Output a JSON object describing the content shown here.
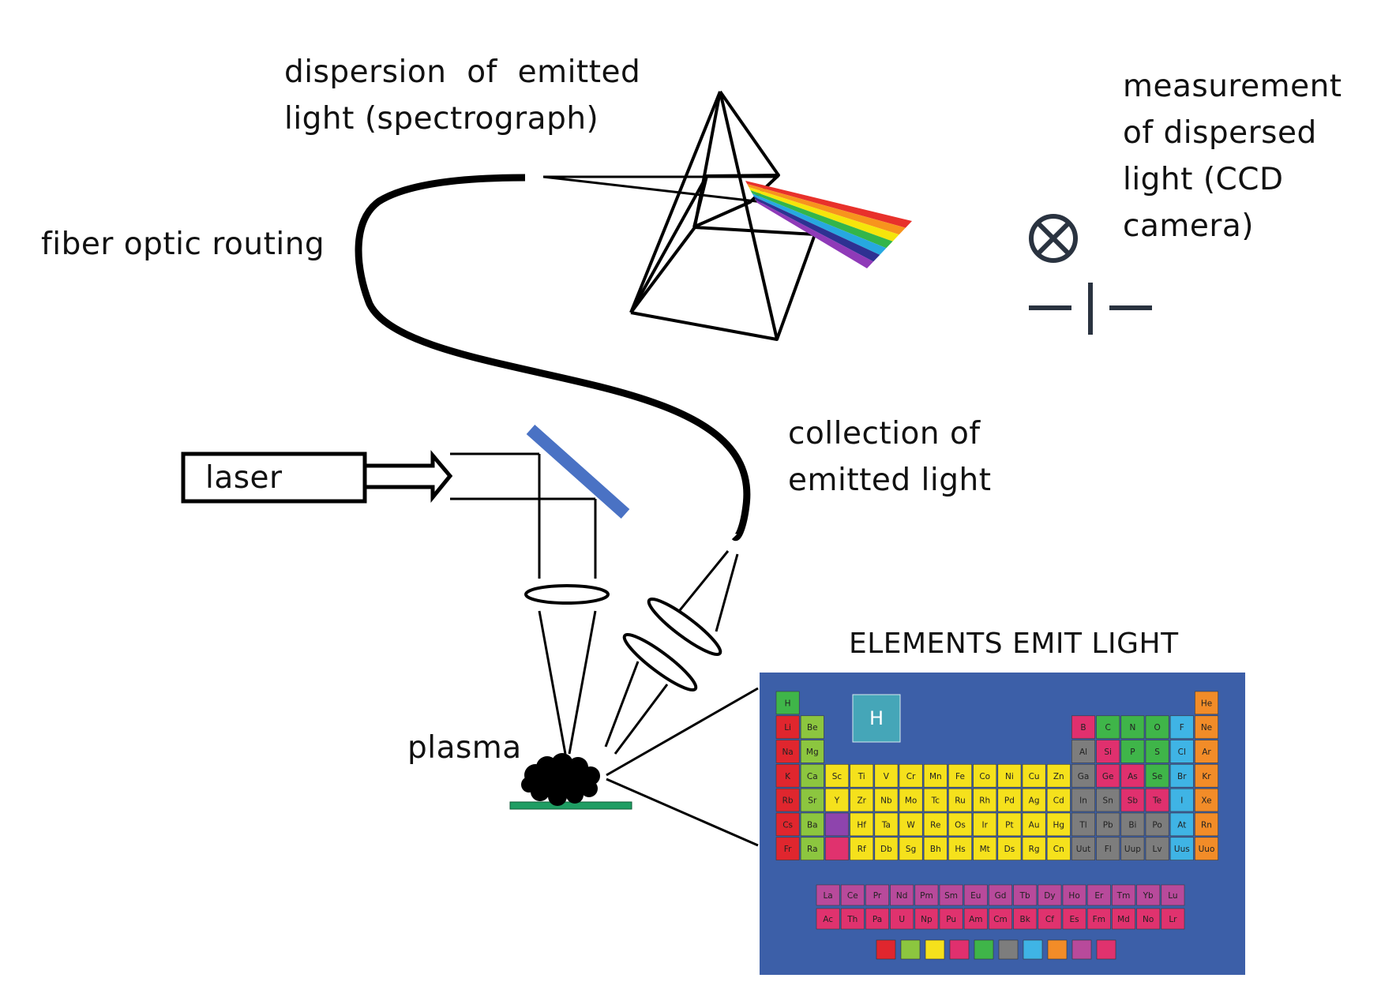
{
  "labels": {
    "dispersion": "dispersion  of  emitted\nlight (spectrograph)",
    "measurement": "measurement\nof dispersed\nlight (CCD\ncamera)",
    "fiber": "fiber optic routing",
    "laser": "laser",
    "collection": "collection of\nemitted light",
    "plasma": "plasma",
    "elements_title": "ELEMENTS EMIT LIGHT"
  },
  "colors": {
    "mirror": "#4a72c4",
    "substrate": "#1f9e63",
    "table_background": "#3c5fa8",
    "prism_rainbow": [
      "#e8312b",
      "#f7941d",
      "#f5e50b",
      "#33b54a",
      "#27a8e0",
      "#2e3192",
      "#8f3ab8"
    ],
    "categories": {
      "alkali": "#e0262e",
      "alkaline": "#8cc63f",
      "transition": "#f5e11c",
      "post": "#7d7d7d",
      "metalloid": "#e0306e",
      "nonmetal": "#3fb549",
      "halogen": "#3fb4e5",
      "noble": "#f28c28",
      "lanthanide": "#b84a9b",
      "actinide": "#e0326e",
      "unknown": "#8e44ad"
    }
  },
  "icons": {
    "ccd_symbol": "circled-x-icon",
    "ccd_slit": "slit-icon",
    "plasma": "plasma-cloud-icon"
  },
  "periodic_table": {
    "main_rows": [
      [
        [
          "H",
          "nonmetal"
        ],
        null,
        null,
        null,
        null,
        null,
        null,
        null,
        null,
        null,
        null,
        null,
        null,
        null,
        null,
        null,
        null,
        [
          "He",
          "noble"
        ]
      ],
      [
        [
          "Li",
          "alkali"
        ],
        [
          "Be",
          "alkaline"
        ],
        null,
        null,
        null,
        null,
        null,
        null,
        null,
        null,
        null,
        null,
        [
          "B",
          "metalloid"
        ],
        [
          "C",
          "nonmetal"
        ],
        [
          "N",
          "nonmetal"
        ],
        [
          "O",
          "nonmetal"
        ],
        [
          "F",
          "halogen"
        ],
        [
          "Ne",
          "noble"
        ]
      ],
      [
        [
          "Na",
          "alkali"
        ],
        [
          "Mg",
          "alkaline"
        ],
        null,
        null,
        null,
        null,
        null,
        null,
        null,
        null,
        null,
        null,
        [
          "Al",
          "post"
        ],
        [
          "Si",
          "metalloid"
        ],
        [
          "P",
          "nonmetal"
        ],
        [
          "S",
          "nonmetal"
        ],
        [
          "Cl",
          "halogen"
        ],
        [
          "Ar",
          "noble"
        ]
      ],
      [
        [
          "K",
          "alkali"
        ],
        [
          "Ca",
          "alkaline"
        ],
        [
          "Sc",
          "transition"
        ],
        [
          "Ti",
          "transition"
        ],
        [
          "V",
          "transition"
        ],
        [
          "Cr",
          "transition"
        ],
        [
          "Mn",
          "transition"
        ],
        [
          "Fe",
          "transition"
        ],
        [
          "Co",
          "transition"
        ],
        [
          "Ni",
          "transition"
        ],
        [
          "Cu",
          "transition"
        ],
        [
          "Zn",
          "transition"
        ],
        [
          "Ga",
          "post"
        ],
        [
          "Ge",
          "metalloid"
        ],
        [
          "As",
          "metalloid"
        ],
        [
          "Se",
          "nonmetal"
        ],
        [
          "Br",
          "halogen"
        ],
        [
          "Kr",
          "noble"
        ]
      ],
      [
        [
          "Rb",
          "alkali"
        ],
        [
          "Sr",
          "alkaline"
        ],
        [
          "Y",
          "transition"
        ],
        [
          "Zr",
          "transition"
        ],
        [
          "Nb",
          "transition"
        ],
        [
          "Mo",
          "transition"
        ],
        [
          "Tc",
          "transition"
        ],
        [
          "Ru",
          "transition"
        ],
        [
          "Rh",
          "transition"
        ],
        [
          "Pd",
          "transition"
        ],
        [
          "Ag",
          "transition"
        ],
        [
          "Cd",
          "transition"
        ],
        [
          "In",
          "post"
        ],
        [
          "Sn",
          "post"
        ],
        [
          "Sb",
          "metalloid"
        ],
        [
          "Te",
          "metalloid"
        ],
        [
          "I",
          "halogen"
        ],
        [
          "Xe",
          "noble"
        ]
      ],
      [
        [
          "Cs",
          "alkali"
        ],
        [
          "Ba",
          "alkaline"
        ],
        [
          "",
          "unknown"
        ],
        [
          "Hf",
          "transition"
        ],
        [
          "Ta",
          "transition"
        ],
        [
          "W",
          "transition"
        ],
        [
          "Re",
          "transition"
        ],
        [
          "Os",
          "transition"
        ],
        [
          "Ir",
          "transition"
        ],
        [
          "Pt",
          "transition"
        ],
        [
          "Au",
          "transition"
        ],
        [
          "Hg",
          "transition"
        ],
        [
          "Tl",
          "post"
        ],
        [
          "Pb",
          "post"
        ],
        [
          "Bi",
          "post"
        ],
        [
          "Po",
          "post"
        ],
        [
          "At",
          "halogen"
        ],
        [
          "Rn",
          "noble"
        ]
      ],
      [
        [
          "Fr",
          "alkali"
        ],
        [
          "Ra",
          "alkaline"
        ],
        [
          "",
          "actinide"
        ],
        [
          "Rf",
          "transition"
        ],
        [
          "Db",
          "transition"
        ],
        [
          "Sg",
          "transition"
        ],
        [
          "Bh",
          "transition"
        ],
        [
          "Hs",
          "transition"
        ],
        [
          "Mt",
          "transition"
        ],
        [
          "Ds",
          "transition"
        ],
        [
          "Rg",
          "transition"
        ],
        [
          "Cn",
          "transition"
        ],
        [
          "Uut",
          "post"
        ],
        [
          "Fl",
          "post"
        ],
        [
          "Uup",
          "post"
        ],
        [
          "Lv",
          "post"
        ],
        [
          "Uus",
          "halogen"
        ],
        [
          "Uuo",
          "noble"
        ]
      ]
    ],
    "lanthanides": [
      "La",
      "Ce",
      "Pr",
      "Nd",
      "Pm",
      "Sm",
      "Eu",
      "Gd",
      "Tb",
      "Dy",
      "Ho",
      "Er",
      "Tm",
      "Yb",
      "Lu"
    ],
    "actinides": [
      "Ac",
      "Th",
      "Pa",
      "U",
      "Np",
      "Pu",
      "Am",
      "Cm",
      "Bk",
      "Cf",
      "Es",
      "Fm",
      "Md",
      "No",
      "Lr"
    ],
    "key_element_symbol": "H",
    "legend_swatches": [
      "alkali",
      "alkaline",
      "transition",
      "metalloid",
      "nonmetal",
      "post",
      "halogen",
      "noble",
      "lanthanide",
      "actinide"
    ]
  }
}
